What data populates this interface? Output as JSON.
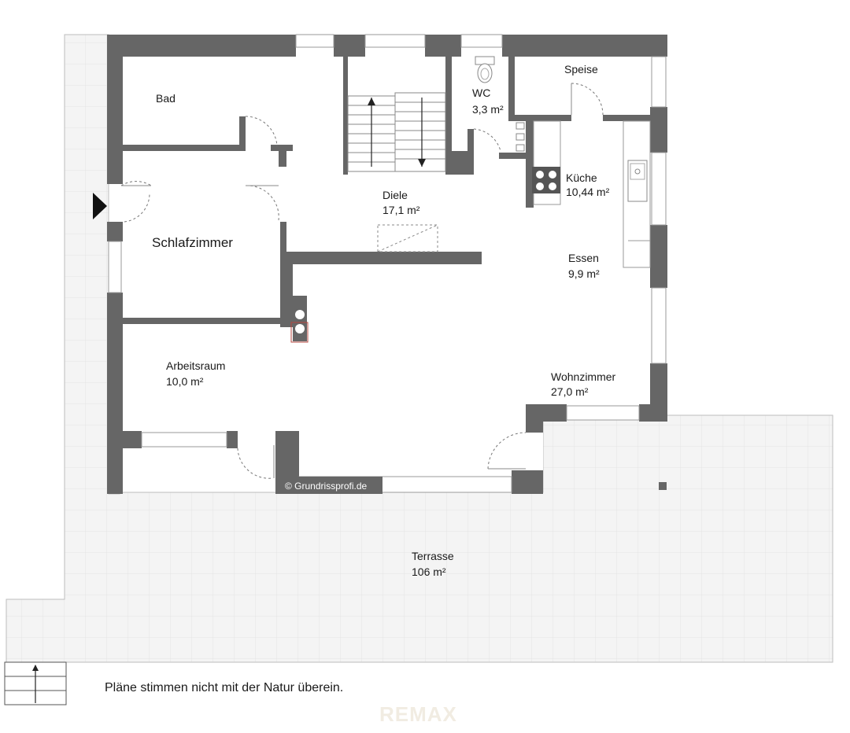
{
  "rooms": {
    "bad": {
      "name": "Bad"
    },
    "wc": {
      "name": "WC",
      "area": "3,3 m²"
    },
    "speise": {
      "name": "Speise"
    },
    "kueche": {
      "name": "Küche",
      "area": "10,44 m²"
    },
    "diele": {
      "name": "Diele",
      "area": "17,1 m²"
    },
    "schlafzimmer": {
      "name": "Schlafzimmer"
    },
    "essen": {
      "name": "Essen",
      "area": "9,9 m²"
    },
    "arbeitsraum": {
      "name": "Arbeitsraum",
      "area": "10,0 m²"
    },
    "wohnzimmer": {
      "name": "Wohnzimmer",
      "area": "27,0 m²"
    },
    "terrasse": {
      "name": "Terrasse",
      "area": "106 m²"
    }
  },
  "copyright": "© Grundrissprofi.de",
  "disclaimer": "Pläne stimmen nicht mit der Natur überein.",
  "watermark": "REMAX",
  "colors": {
    "wall": "#666666",
    "terrace": "#f4f4f4",
    "grid": "#e6e6e6"
  }
}
